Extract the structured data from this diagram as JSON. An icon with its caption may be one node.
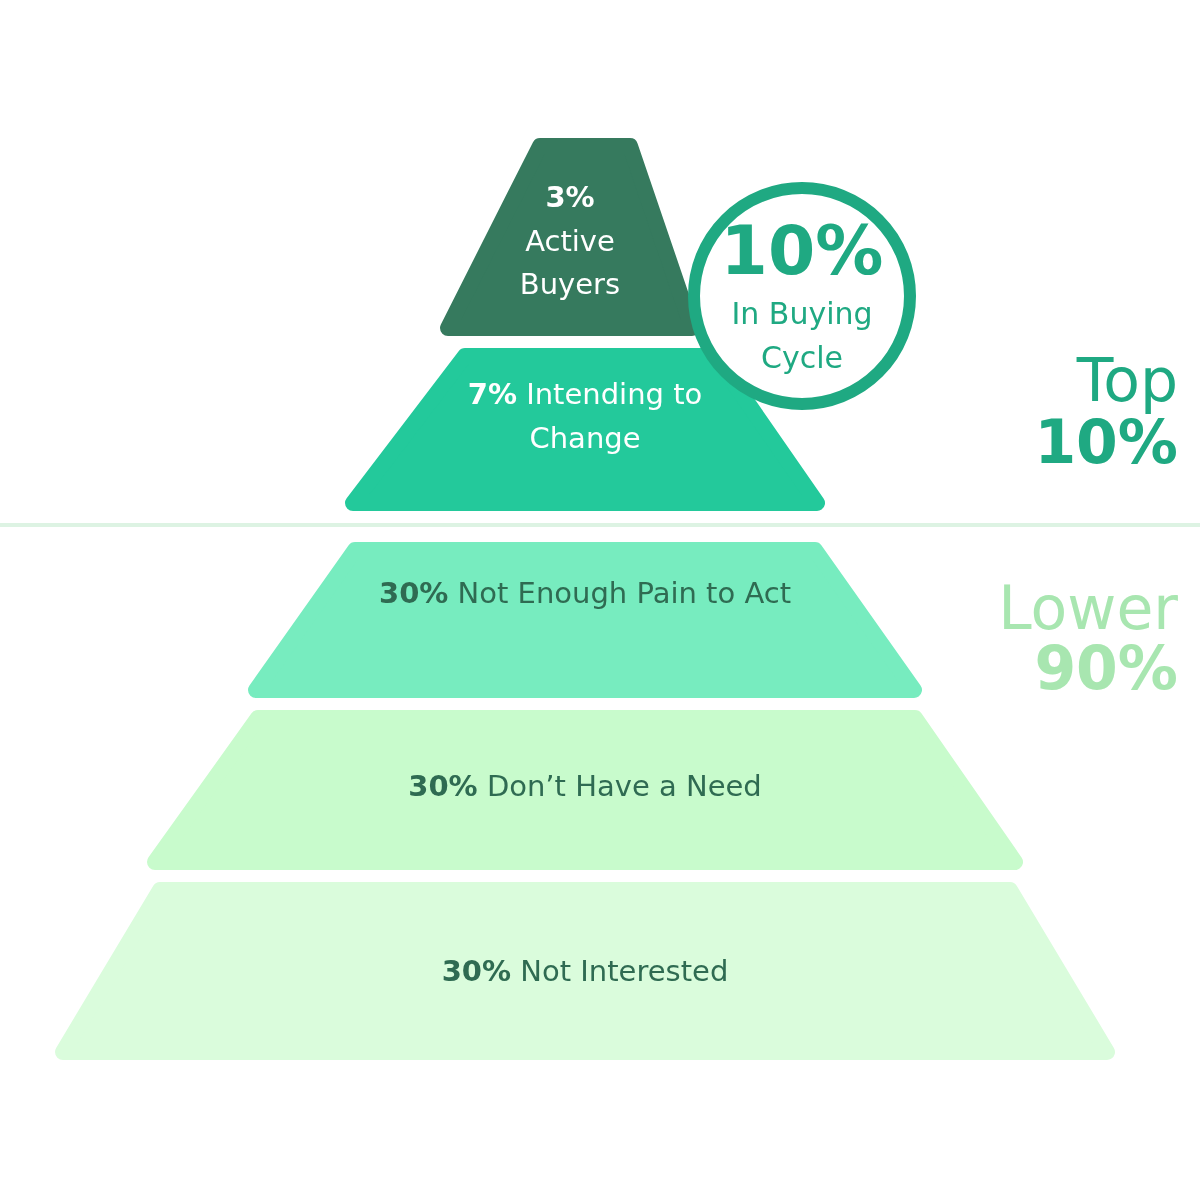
{
  "diagram": {
    "nodes": [
      {
        "text": [
          "**3%** Active Buyers"
        ]
      },
      {
        "text": [
          "**7%** Intending to Change"
        ]
      },
      {
        "text": [
          "10%",
          "In Buying Cycle"
        ]
      },
      {
        "text": [
          "**30%** Not Enough Pain to Act"
        ]
      },
      {
        "text": [
          "**30%** Don’t Have a Need"
        ]
      },
      {
        "text": [
          "**30%** Not Interested"
        ]
      }
    ],
    "labels": [
      "Top",
      "10%",
      "Lower",
      "90%"
    ]
  }
}
